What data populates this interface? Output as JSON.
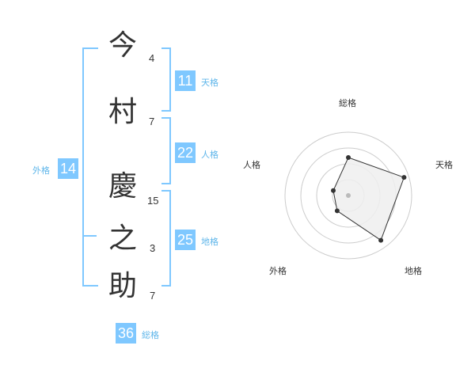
{
  "name": {
    "characters": [
      {
        "char": "今",
        "strokes": "4"
      },
      {
        "char": "村",
        "strokes": "7"
      },
      {
        "char": "慶",
        "strokes": "15"
      },
      {
        "char": "之",
        "strokes": "3"
      },
      {
        "char": "助",
        "strokes": "7"
      }
    ]
  },
  "fortunes": {
    "tenkaku": {
      "label": "天格",
      "value": "11"
    },
    "jinkaku": {
      "label": "人格",
      "value": "22"
    },
    "chikaku": {
      "label": "地格",
      "value": "25"
    },
    "gaikaku": {
      "label": "外格",
      "value": "14"
    },
    "soukaku": {
      "label": "総格",
      "value": "36"
    }
  },
  "radar": {
    "labels": {
      "top": "総格",
      "upper_right": "天格",
      "lower_right": "地格",
      "lower_left": "外格",
      "upper_left": "人格"
    },
    "levels": 4,
    "scores": {
      "soukaku": 2.4,
      "tenkaku": 3.7,
      "chikaku": 3.5,
      "gaikaku": 1.2,
      "jinkaku": 1.0
    },
    "colors": {
      "grid": "#cccccc",
      "fill": "#eeeeee",
      "line": "#333333"
    }
  }
}
